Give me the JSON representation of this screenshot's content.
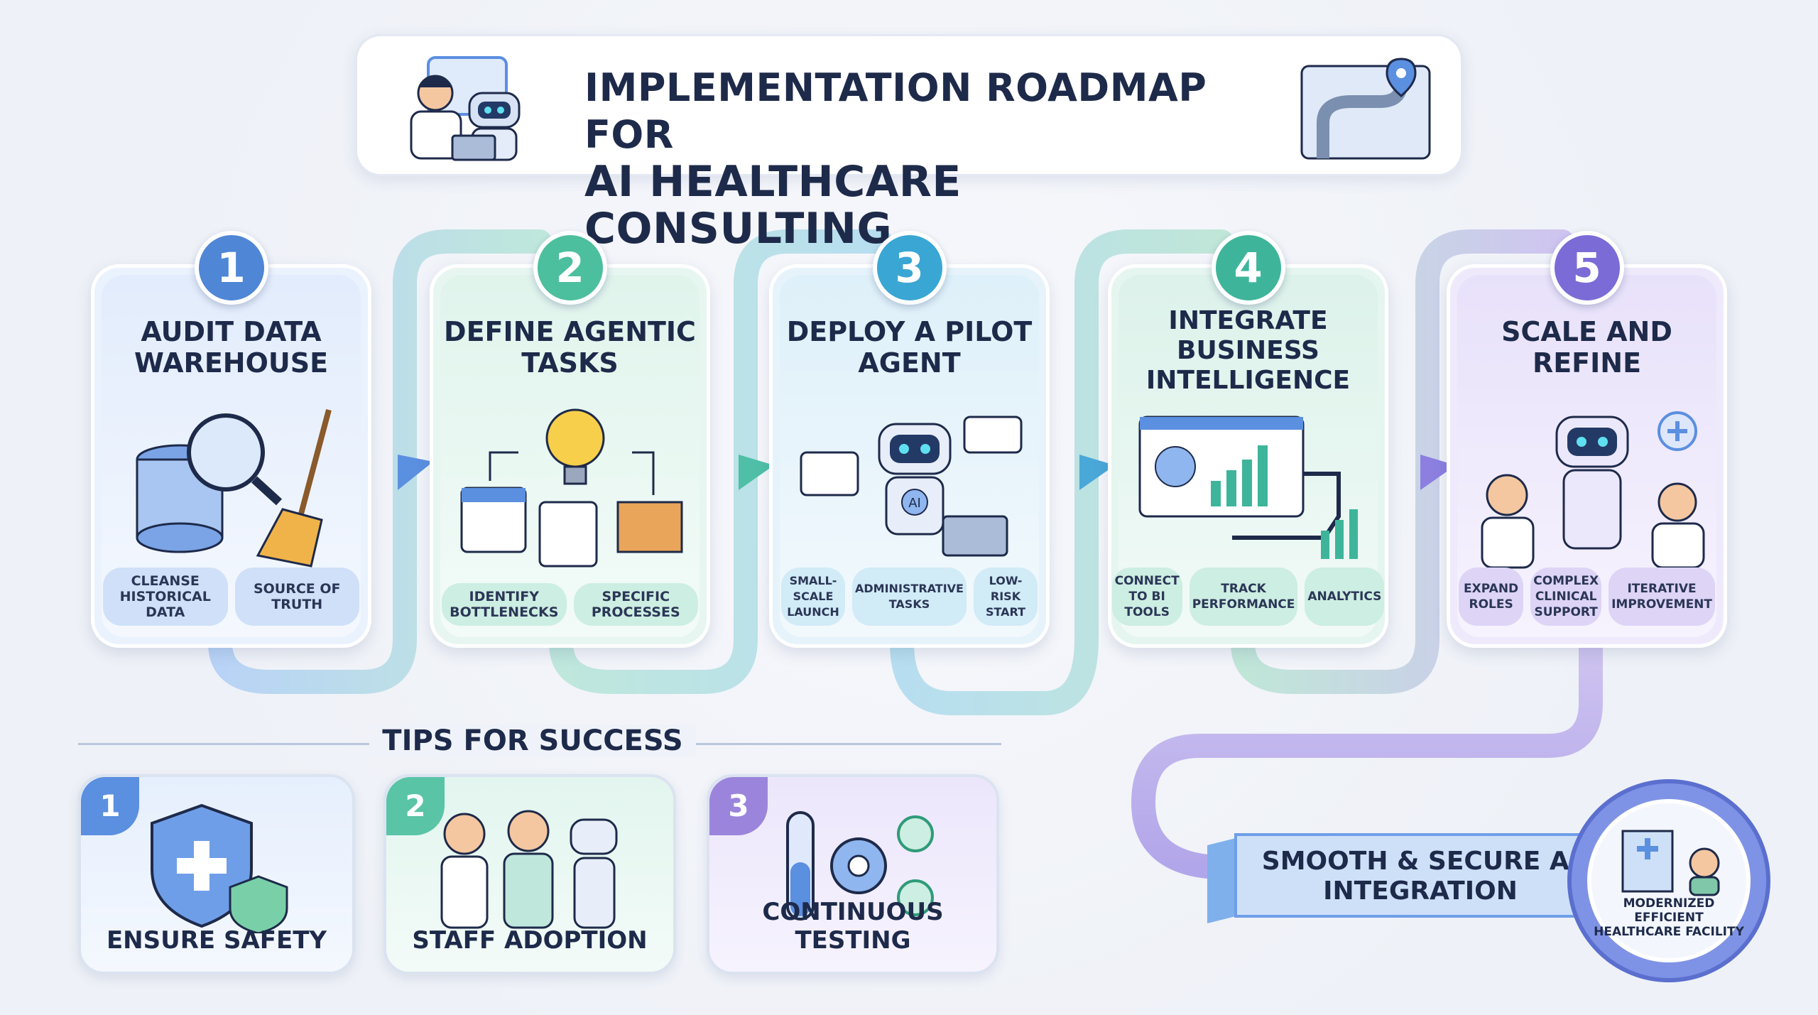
{
  "title": {
    "line1": "IMPLEMENTATION ROADMAP FOR",
    "line2": "AI HEALTHCARE CONSULTING"
  },
  "steps": [
    {
      "number": "1",
      "title": "AUDIT DATA WAREHOUSE",
      "color": "#4f86d6",
      "chips": [
        "CLEANSE HISTORICAL DATA",
        "SOURCE OF TRUTH"
      ]
    },
    {
      "number": "2",
      "title": "DEFINE AGENTIC TASKS",
      "color": "#4cbf9e",
      "chips": [
        "IDENTIFY BOTTLENECKS",
        "SPECIFIC PROCESSES"
      ]
    },
    {
      "number": "3",
      "title": "DEPLOY A PILOT AGENT",
      "color": "#3aa6d4",
      "chips": [
        "SMALL-SCALE LAUNCH",
        "ADMINISTRATIVE TASKS",
        "LOW-RISK START"
      ]
    },
    {
      "number": "4",
      "title": "INTEGRATE BUSINESS INTELLIGENCE",
      "color": "#3eb59a",
      "chips": [
        "CONNECT TO BI TOOLS",
        "TRACK PERFORMANCE",
        "ANALYTICS"
      ]
    },
    {
      "number": "5",
      "title": "SCALE AND REFINE",
      "color": "#7b6bd6",
      "chips": [
        "EXPAND ROLES",
        "COMPLEX CLINICAL SUPPORT",
        "ITERATIVE IMPROVEMENT"
      ]
    }
  ],
  "tips": {
    "heading": "TIPS FOR SUCCESS",
    "items": [
      {
        "number": "1",
        "label": "ENSURE SAFETY",
        "color": "#5b8fe0"
      },
      {
        "number": "2",
        "label": "STAFF ADOPTION",
        "color": "#59c4a6"
      },
      {
        "number": "3",
        "label": "CONTINUOUS TESTING",
        "color": "#9b85dc"
      }
    ]
  },
  "result": {
    "banner": "SMOOTH & SECURE AI INTEGRATION",
    "badge": "MODERNIZED EFFICIENT HEALTHCARE FACILITY"
  },
  "icons": {
    "title_left": "doctor-and-robot-icon",
    "title_right": "roadmap-pin-icon",
    "robot_label": "AI"
  }
}
